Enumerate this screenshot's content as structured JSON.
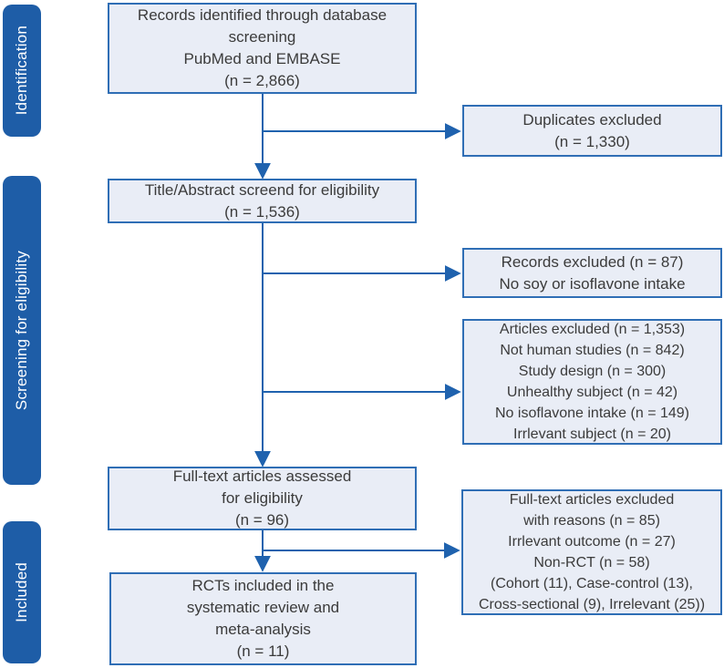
{
  "title": "PRISMA study selection flow diagram",
  "colors": {
    "stage_fill": "#1e5da7",
    "stage_text": "#ffffff",
    "box_fill": "#e9edf6",
    "box_border": "#2f6eb5",
    "arrow": "#1f62ae",
    "text": "#3b3b3b"
  },
  "sidebar": {
    "stages": [
      {
        "label": "Identification"
      },
      {
        "label": "Screening for eligibility"
      },
      {
        "label": "Included"
      }
    ]
  },
  "flow": {
    "boxes": {
      "records_identified": {
        "lines": [
          "Records identified through database",
          "screening",
          "PubMed and EMBASE",
          "(n = 2,866)"
        ]
      },
      "duplicates_excluded": {
        "lines": [
          "Duplicates excluded",
          "(n = 1,330)"
        ]
      },
      "title_abstract": {
        "lines": [
          "Title/Abstract screend for eligibility",
          "(n = 1,536)"
        ]
      },
      "records_excluded": {
        "lines": [
          "Records excluded (n = 87)",
          "No soy or isoflavone intake"
        ]
      },
      "articles_excluded": {
        "lines": [
          "Articles excluded (n = 1,353)",
          "Not human studies (n = 842)",
          "Study design (n = 300)",
          "Unhealthy subject (n = 42)",
          "No isoflavone intake (n = 149)",
          "Irrlevant subject (n = 20)"
        ]
      },
      "fulltext_assessed": {
        "lines": [
          "Full-text articles assessed",
          "for eligibility",
          "(n = 96)"
        ]
      },
      "fulltext_excluded": {
        "lines": [
          "Full-text articles excluded",
          "with reasons (n = 85)",
          "Irrlevant outcome (n = 27)",
          "Non-RCT (n = 58)",
          "(Cohort (11), Case-control (13),",
          "Cross-sectional (9), Irrelevant (25))"
        ]
      },
      "rcts_included": {
        "lines": [
          "RCTs included in the",
          "systematic review and",
          "meta-analysis",
          "(n = 11)"
        ]
      }
    }
  }
}
